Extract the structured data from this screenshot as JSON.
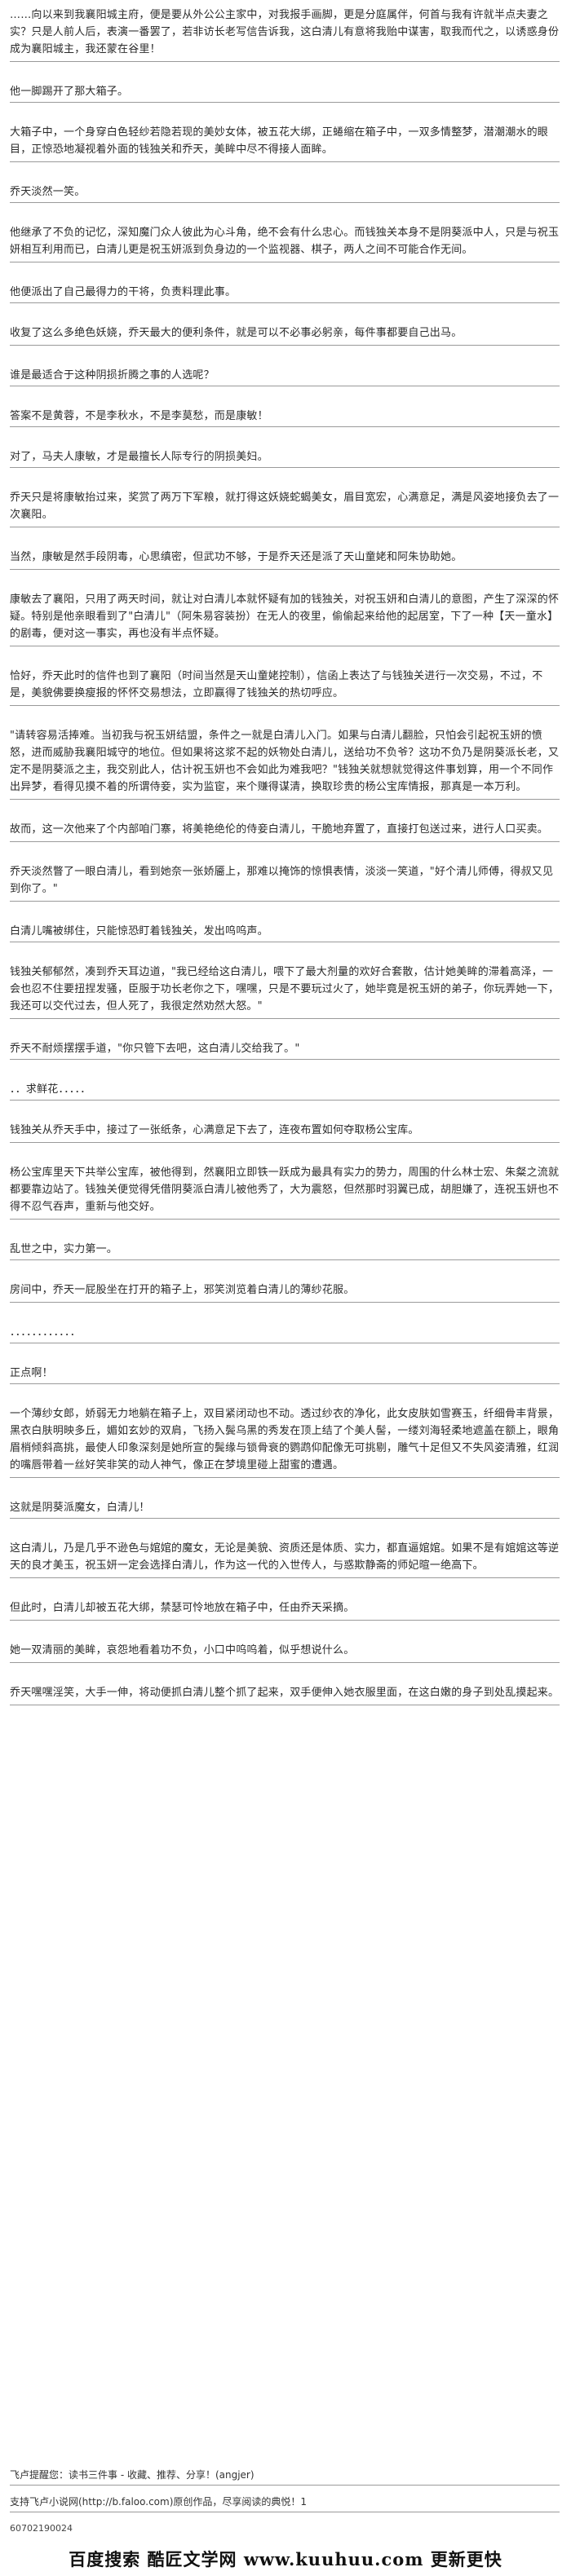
{
  "paragraphs": [
    "……向以来到我襄阳城主府，便是要从外公公主家中，对我报手画脚，更是分庭属伴，何首与我有许就半点夫妻之实？只是人前人后，表演一番罢了，若非访长老写信告诉我，这白清儿有意将我贻中谋害，取我而代之，以诱惑身份成为襄阳城主，我还蒙在谷里！",
    "他一脚踢开了那大箱子。",
    "大箱子中，一个身穿白色轻纱若隐若现的美妙女体，被五花大绑，正蜷缩在箱子中，一双多情整梦，潜潮潮水的眼目，正惊恐地凝视着外面的钱独关和乔天，美眸中尽不得接人面眸。",
    "乔天淡然一笑。",
    "他继承了不负的记忆，深知魔门众人彼此为心斗角，绝不会有什么忠心。而钱独关本身不是阴葵派中人，只是与祝玉妍相互利用而已，白清儿更是祝玉妍派到负身边的一个监视器、棋子，两人之间不可能合作无间。",
    "他便派出了自己最得力的干将，负责料理此事。",
    "收复了这么多绝色妖娆，乔天最大的便利条件，就是可以不必事必躬亲，每件事都要自己出马。",
    "谁是最适合于这种阴损折腾之事的人选呢？",
    "答案不是黄蓉，不是李秋水，不是李莫愁，而是康敏！",
    "对了，马夫人康敏，才是最擅长人际专行的阴损美妇。",
    "乔天只是将康敏抬过来，奖赏了两万下军粮，就打得这妖娆蛇蝎美女，眉目宽宏，心满意足，满是风姿地接负去了一次襄阳。",
    "当然，康敏是然手段阴毒，心思缜密，但武功不够，于是乔天还是派了天山童姥和阿朱协助她。",
    "康敏去了襄阳，只用了两天时间，就让对白清儿本就怀疑有加的钱独关，对祝玉妍和白清儿的意图，产生了深深的怀疑。特别是他亲眼看到了\"白清儿\"（阿朱易容装扮）在无人的夜里，偷偷起来给他的起居室，下了一种【天一童水】的剧毒，便对这一事实，再也没有半点怀疑。",
    "恰好，乔天此时的信件也到了襄阳（时间当然是天山童姥控制），信函上表达了与钱独关进行一次交易，不过，不是，美貌佛要换瘦报的怀怀交易想法，立即赢得了钱独关的热切呼应。",
    "\"请转容易活捧难。当初我与祝玉妍结盟，条件之一就是白清儿入门。如果与白清儿翻脸，只怕会引起祝玉妍的愤怒，进而威胁我襄阳城守的地位。但如果将这浆不起的妖物处白清儿，送给功不负爷？这功不负乃是阴葵派长老，又定不是阴葵派之主，我交别此人，估计祝玉妍也不会如此为难我吧？\"钱独关就想就觉得这件事划算，用一个不同作出异梦，看得见摸不着的所谓侍妾，实为监宦，来个赚得谋清，换取珍贵的杨公宝库情报，那真是一本万利。",
    "故而，这一次他来了个内部咱门寨，将美艳绝伦的侍妾白清儿，干脆地弃置了，直接打包送过来，进行人口买卖。",
    "乔天淡然瞥了一眼白清儿，看到她奈一张娇靥上，那难以掩饰的惊惧表情，淡淡一笑道，\"好个清儿师傅，得叔又见到你了。\"",
    "白清儿嘴被绑住，只能惊恐盯着钱独关，发出呜呜声。",
    "钱独关郁郁然，凑到乔天耳边道，\"我已经给这白清儿，喂下了最大剂量的欢好合套散，估计她美眸的滞着高泽，一会也忍不住要扭捏发骚，臣服于功长老你之下，嘿嘿，只是不要玩过火了，她毕竟是祝玉妍的弟子，你玩弄她一下，我还可以交代过去，但人死了，我很定然劝然大怒。\"",
    "乔天不耐烦摆摆手道，\"你只管下去吧，这白清儿交给我了。\"",
    "．．求鲜花．．．．．",
    "钱独关从乔天手中，接过了一张纸条，心满意足下去了，连夜布置如何夺取杨公宝库。",
    "杨公宝库里天下共举公宝库，被他得到，然襄阳立即铁一跃成为最具有实力的势力，周围的什么林士宏、朱粲之流就都要靠边站了。钱独关便觉得凭借阴葵派白清儿被他秀了，大为震怒，但然那时羽翼已成，胡胆嫌了，连祝玉妍也不得不忍气吞声，重新与他交好。",
    "乱世之中，实力第一。",
    "房间中，乔天一屁股坐在打开的箱子上，邪笑浏览着白清儿的薄纱花服。",
    "．．．．．．．．．．．．",
    "正点啊！",
    "一个薄纱女郎，娇弱无力地躺在箱子上，双目紧闭动也不动。透过纱衣的净化，此女皮肤如雪赛玉，纤细骨丰背景，黑衣白肤明映多丘，媚如玄妙的双肩，飞扬入鬓乌黑的秀发在顶上结了个美人髻，一缕刘海轻柔地遮盖在额上，眼角眉梢倾斜高挑，最使人印象深刻是她所宣的鬓缘与锁骨衰的鹦鹉仰配像无可挑剔，雕气十足但又不失风姿清雅，红润的嘴唇带着一丝好笑非笑的动人神气，像正在梦境里碰上甜蜜的遭遇。",
    "这就是阴葵派魔女，白清儿！",
    "这白清儿，乃是几乎不逊色与婠婠的魔女，无论是美貌、资质还是体质、实力，都直逼婠婠。如果不是有婠婠这等逆天的良才美玉，祝玉妍一定会选择白清儿，作为这一代的入世传人，与惑欺静斋的师妃暄一绝高下。",
    "但此时，白清儿却被五花大绑，禁瑟可怜地放在箱子中，任由乔天采摘。",
    "她一双清丽的美眸，哀怨地看着功不负，小口中呜呜着，似乎想说什么。",
    "乔天嘿嘿淫笑，大手一伸，将动便抓白清儿整个抓了起来，双手便伸入她衣服里面，在这白嫩的身子到处乱摸起来。"
  ],
  "footer": {
    "notice": "飞卢提醒您：读书三件事 - 收藏、推荐、分享！(angjer)",
    "support": "支持飞卢小说网(http://b.faloo.com)原创作品，尽享阅读的典悦！1",
    "id": "60702190024"
  },
  "brand": "百度搜索 酷匠文学网 www.kuuhuu.com 更新更快"
}
